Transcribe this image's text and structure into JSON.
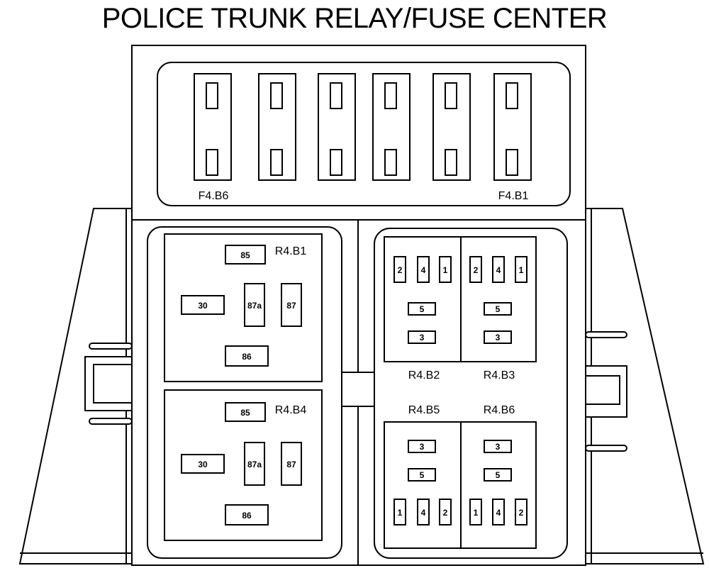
{
  "title": "POLICE TRUNK RELAY/FUSE CENTER",
  "fuses": {
    "left_label": "F4.B6",
    "right_label": "F4.B1"
  },
  "large_relays": [
    {
      "label": "R4.B1",
      "terminals": {
        "t85": "85",
        "t30": "30",
        "t87a": "87a",
        "t87": "87",
        "t86": "86"
      }
    },
    {
      "label": "R4.B4",
      "terminals": {
        "t85": "85",
        "t30": "30",
        "t87a": "87a",
        "t87": "87",
        "t86": "86"
      }
    }
  ],
  "mini_relays": [
    {
      "label": "R4.B2",
      "terminals": {
        "t2": "2",
        "t4": "4",
        "t1": "1",
        "t5": "5",
        "t3": "3"
      }
    },
    {
      "label": "R4.B3",
      "terminals": {
        "t2": "2",
        "t4": "4",
        "t1": "1",
        "t5": "5",
        "t3": "3"
      }
    },
    {
      "label": "R4.B5",
      "terminals": {
        "t3": "3",
        "t5": "5",
        "t1": "1",
        "t4": "4",
        "t2": "2"
      }
    },
    {
      "label": "R4.B6",
      "terminals": {
        "t3": "3",
        "t5": "5",
        "t1": "1",
        "t4": "4",
        "t2": "2"
      }
    }
  ]
}
